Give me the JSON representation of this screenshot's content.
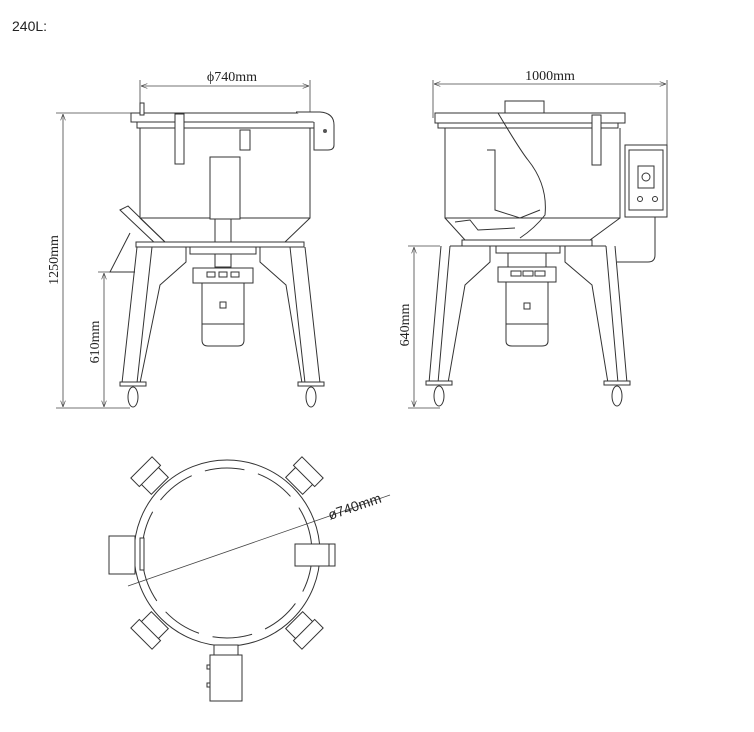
{
  "title": "240L:",
  "front_view": {
    "width_label": "ϕ740mm",
    "height_label": "1250mm",
    "leg_height_label": "610mm"
  },
  "side_view": {
    "width_label": "1000mm",
    "leg_height_label": "640mm"
  },
  "top_view": {
    "diameter_label": "ø740mm"
  }
}
